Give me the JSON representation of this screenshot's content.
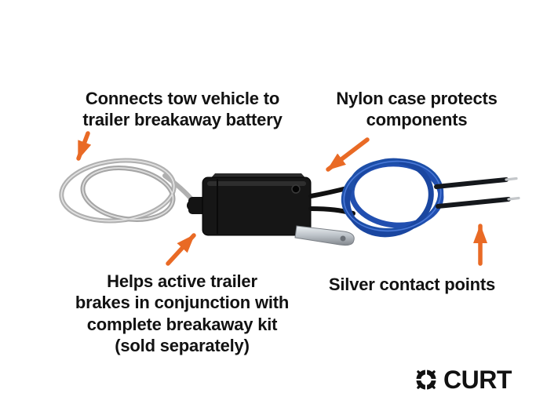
{
  "callouts": {
    "top_left": {
      "lines": [
        "Connects tow vehicle to",
        "trailer breakaway battery"
      ]
    },
    "top_right": {
      "lines": [
        "Nylon case protects",
        "components"
      ]
    },
    "bottom_left": {
      "lines": [
        "Helps active trailer",
        "brakes in conjunction with",
        "complete breakaway kit",
        "(sold separately)"
      ]
    },
    "bottom_right": {
      "lines": [
        "Silver contact points"
      ]
    }
  },
  "brand": {
    "name": "CURT"
  },
  "colors": {
    "background": "#FFFFFF",
    "text": "#121212",
    "arrow_orange": "#E96A25",
    "wire_blue": "#1D4FA8",
    "cable_silver": "#B0B0B0",
    "case_black": "#161616",
    "bracket_silver": "#C3C7CB"
  }
}
